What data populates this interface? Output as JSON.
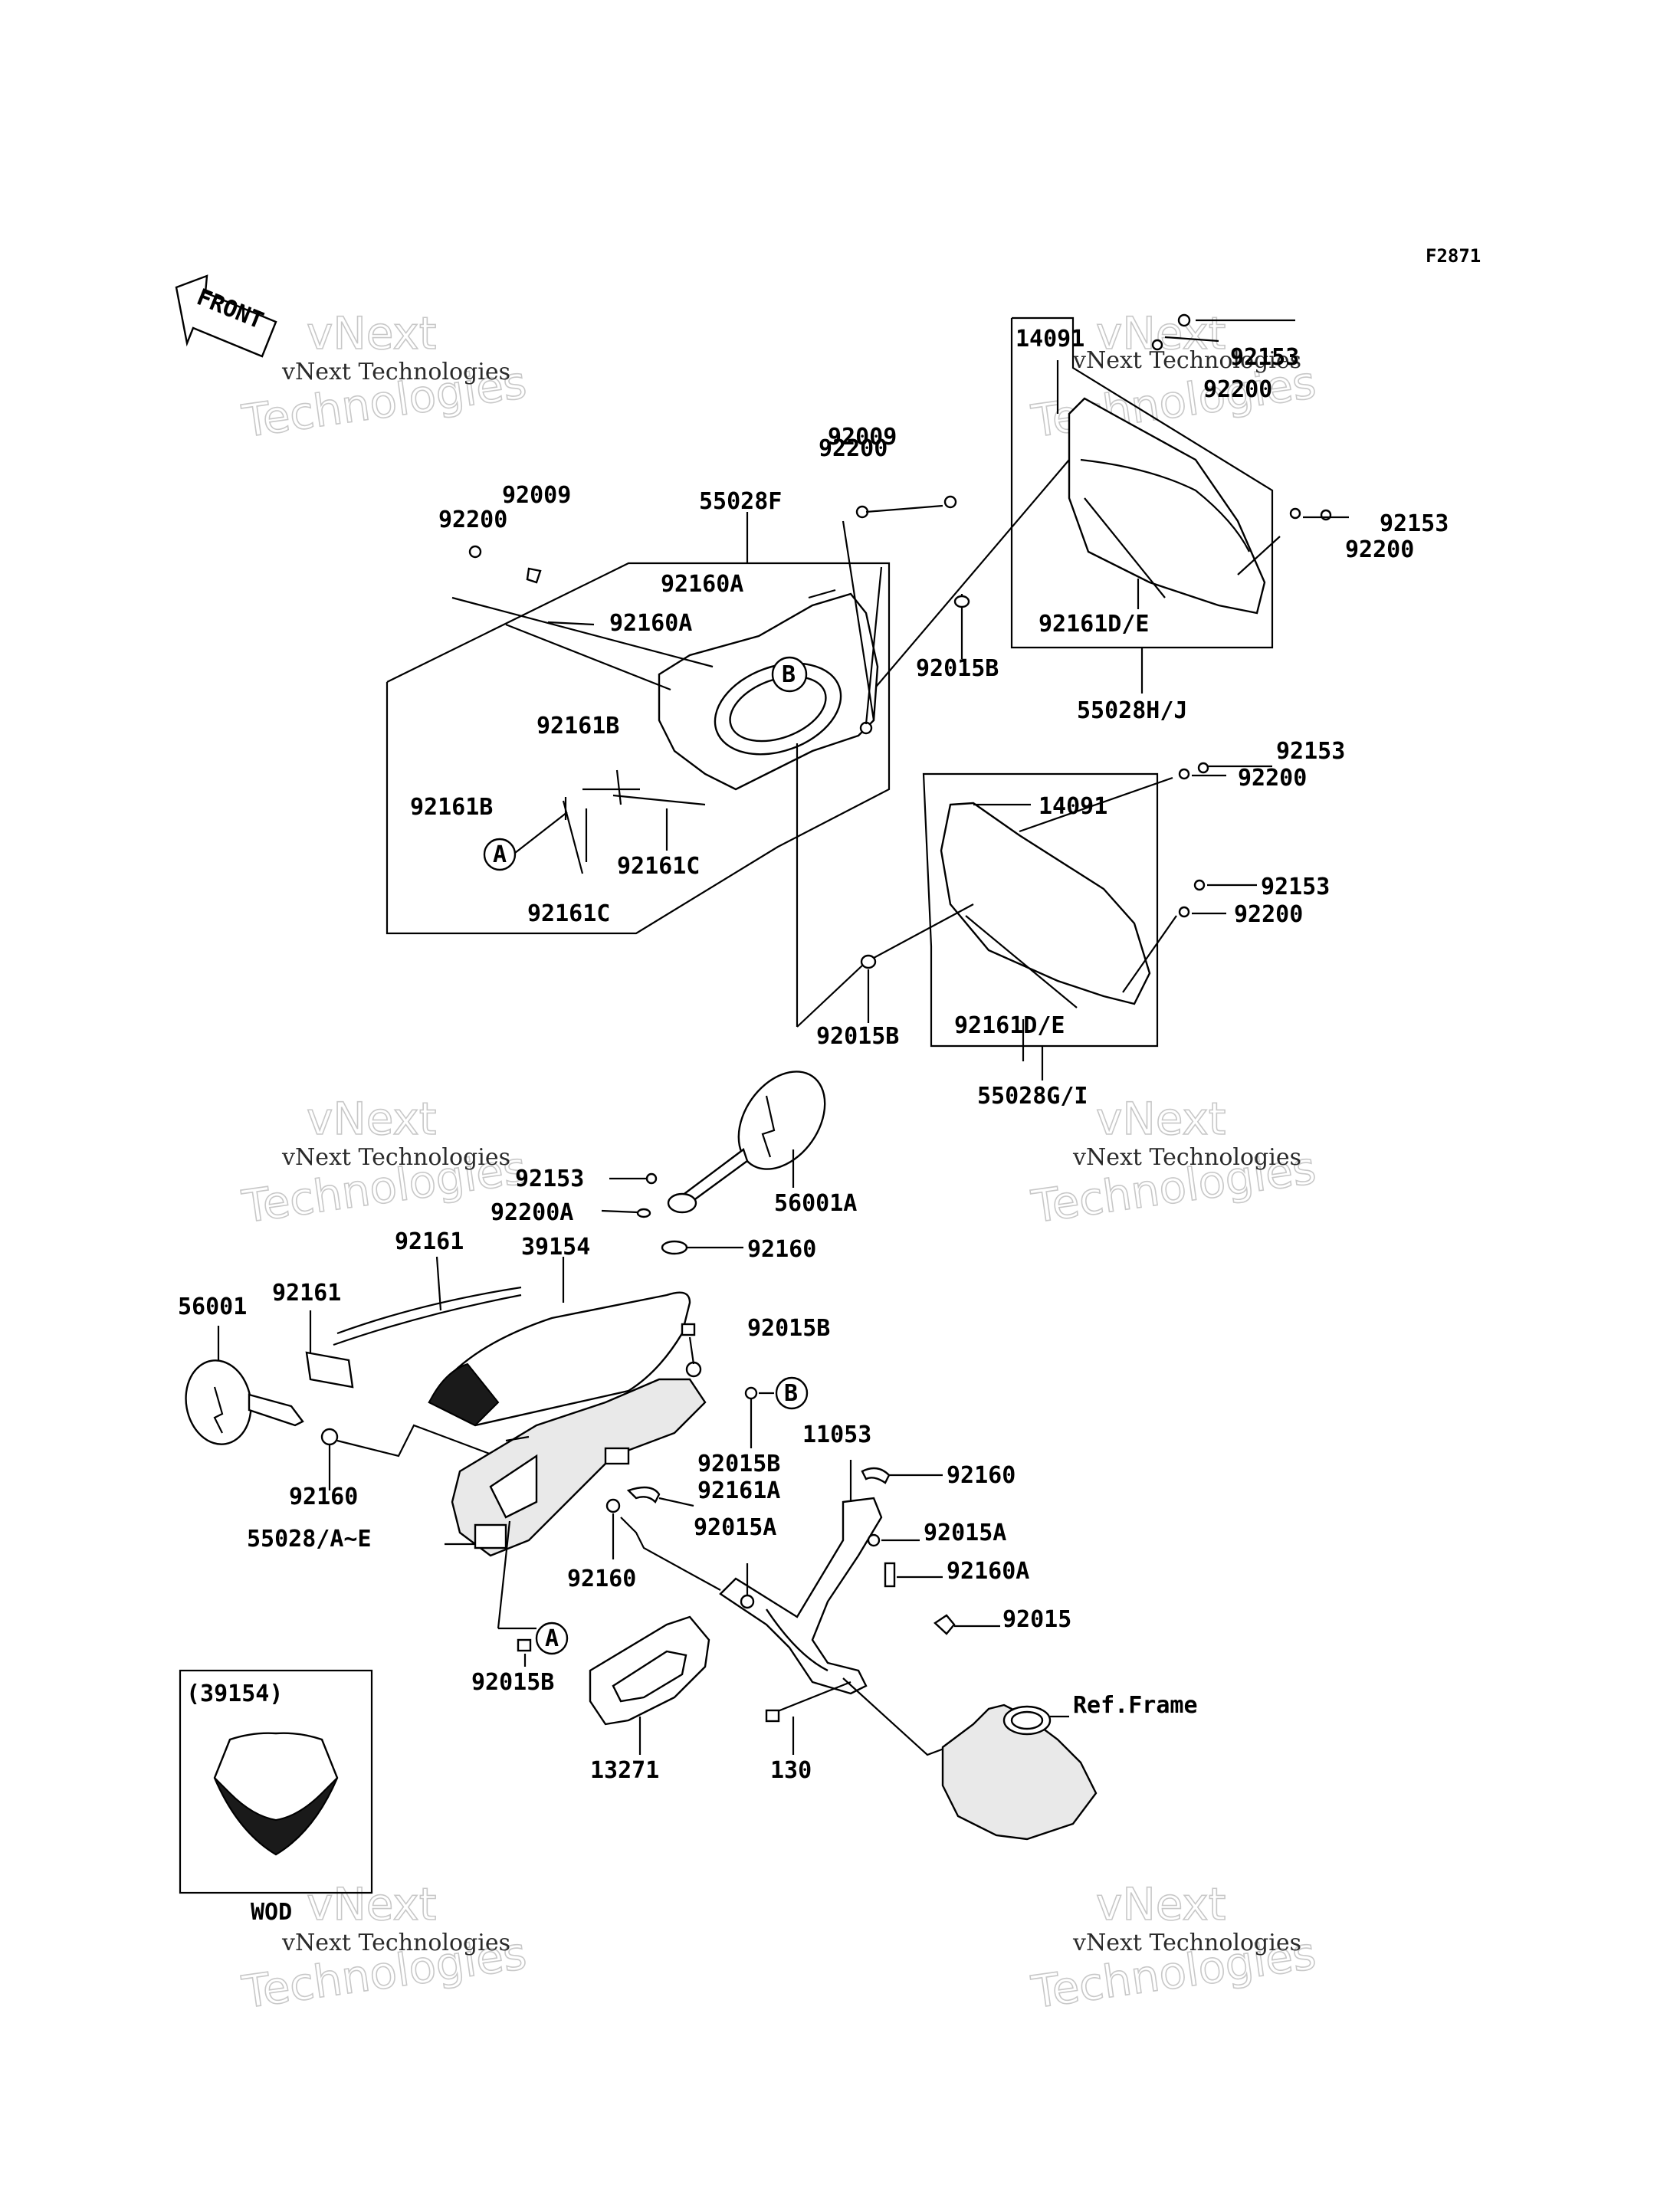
{
  "diagram_code": "F2871",
  "front_label": "FRONT",
  "watermark": {
    "line1": "vNext",
    "line2": "Technologies",
    "caption": "vNext Technologies"
  },
  "labels": {
    "p14091_top": "14091",
    "p92153_a": "92153",
    "p92200_a": "92200",
    "p92153_b": "92153",
    "p92200_b": "92200",
    "p92161de_top": "92161D/E",
    "p55028hj": "55028H/J",
    "p92200_c": "92200",
    "p92009_a": "92009",
    "p92009_b": "92009",
    "p92200_d": "92200",
    "p55028f": "55028F",
    "p92160a_a": "92160A",
    "p92160a_b": "92160A",
    "p92015b_a": "92015B",
    "p92161b_a": "92161B",
    "p92161b_b": "92161B",
    "p92161c_a": "92161C",
    "p92161c_b": "92161C",
    "p92153_c": "92153",
    "p92200_e": "92200",
    "p14091_mid": "14091",
    "p92153_d": "92153",
    "p92200_f": "92200",
    "p92015b_b": "92015B",
    "p92161de_mid": "92161D/E",
    "p55028gi": "55028G/I",
    "p92153_e": "92153",
    "p92200a": "92200A",
    "p56001a": "56001A",
    "p92161_a": "92161",
    "p39154": "39154",
    "p92160_a": "92160",
    "p56001": "56001",
    "p92161_b": "92161",
    "p92015b_c": "92015B",
    "p92015b_d": "92015B",
    "p11053": "11053",
    "p92160_b": "92160",
    "p92160_c": "92160",
    "p92161a": "92161A",
    "p55028ae": "55028/A~E",
    "p92015a_a": "92015A",
    "p92015a_b": "92015A",
    "p92160a_c": "92160A",
    "p92160_d": "92160",
    "p92015": "92015",
    "p92015b_e": "92015B",
    "p13271": "13271",
    "p130": "130",
    "ref_frame": "Ref.Frame",
    "inset_title": "(39154)",
    "inset_caption": "WOD",
    "ref_a": "A",
    "ref_b": "B"
  }
}
